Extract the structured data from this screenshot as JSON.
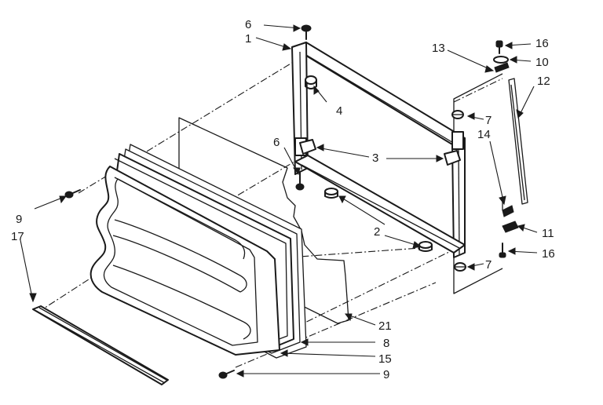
{
  "callouts": {
    "c1": "1",
    "c2": "2",
    "c3": "3",
    "c4": "4",
    "c6a": "6",
    "c6b": "6",
    "c7a": "7",
    "c7b": "7",
    "c8": "8",
    "c9a": "9",
    "c9b": "9",
    "c10": "10",
    "c11": "11",
    "c12": "12",
    "c13": "13",
    "c14": "14",
    "c15": "15",
    "c16a": "16",
    "c16b": "16",
    "c17": "17",
    "c21": "21"
  }
}
